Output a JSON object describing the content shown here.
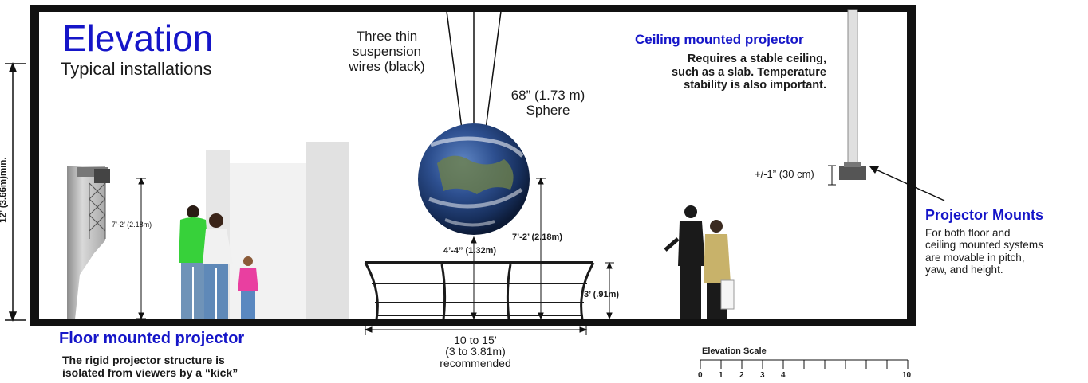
{
  "colors": {
    "accent_blue": "#1515c8",
    "wall_black": "#111111",
    "building_gray": "#e4e4e4",
    "text": "#1a1a1a"
  },
  "title": {
    "heading": "Elevation",
    "subheading": "Typical installations"
  },
  "wires_note": {
    "line1": "Three thin",
    "line2": "suspension",
    "line3": "wires (black)"
  },
  "sphere": {
    "line1": "68” (1.73 m)",
    "line2": "Sphere"
  },
  "ceiling_projector": {
    "heading": "Ceiling mounted projector",
    "line1": "Requires a stable ceiling,",
    "line2": "such as a slab.  Temperature",
    "line3": "stability is also important."
  },
  "tolerance": "+/-1” (30 cm)",
  "projector_mounts": {
    "heading": "Projector Mounts",
    "line1": "For both floor and",
    "line2": "ceiling mounted systems",
    "line3": "are movable in pitch,",
    "line4": "yaw, and height."
  },
  "ceiling_height": "12’ (3.66m)min.",
  "dimensions": {
    "floor_projector_height": "7’-2’ (2.18m)",
    "sphere_center_height": "7’-2’ (2.18m)",
    "sphere_bottom_height": "4’-4” (1.32m)",
    "kick_height": "3’ (.91m)"
  },
  "kick_width": {
    "line1": "10 to 15’",
    "line2": "(3 to 3.81m)",
    "line3": "recommended"
  },
  "floor_projector": {
    "heading": "Floor mounted projector",
    "line1": "The rigid projector structure is",
    "line2": "isolated from viewers by a “kick”"
  },
  "scale": {
    "title": "Elevation Scale",
    "labels": [
      "0",
      "1",
      "2",
      "3",
      "4",
      "10"
    ]
  }
}
